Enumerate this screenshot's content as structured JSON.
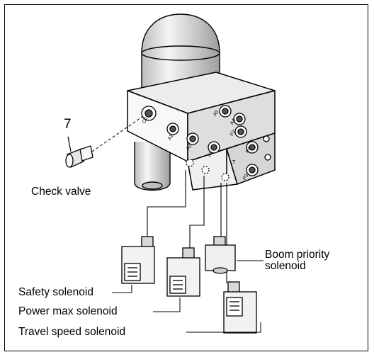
{
  "callout_number": "7",
  "labels": {
    "check_valve": "Check valve",
    "boom_priority_line1": "Boom priority",
    "boom_priority_line2": "solenoid",
    "safety_solenoid": "Safety solenoid",
    "power_max_solenoid": "Power max solenoid",
    "travel_speed_solenoid": "Travel speed solenoid"
  },
  "port_marks": [
    "C2",
    "A1",
    "A2",
    "A3",
    "A5",
    "A4",
    "P2",
    "P4",
    "T",
    "P3"
  ]
}
